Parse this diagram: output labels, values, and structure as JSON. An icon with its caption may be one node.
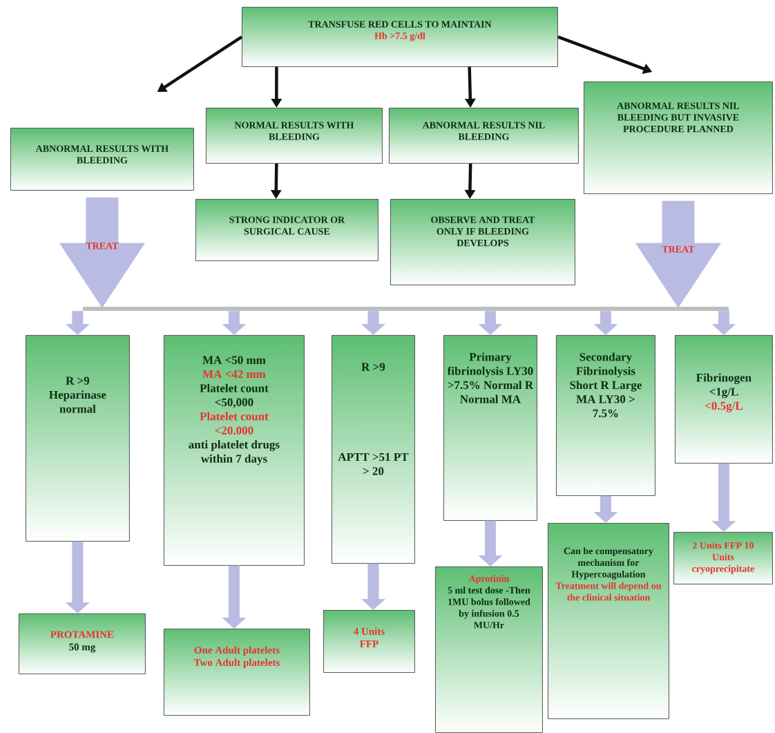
{
  "diagram": {
    "nodes": [
      {
        "text": [
          "TRANSFUSE RED CELLS TO MAINTAIN",
          "Hb >7.5 g/dl"
        ]
      },
      {
        "text": [
          "ABNORMAL RESULTS WITH BLEEDING"
        ]
      },
      {
        "text": [
          "NORMAL RESULTS WITH BLEEDING"
        ]
      },
      {
        "text": [
          "ABNORMAL RESULTS NIL BLEEDING"
        ]
      },
      {
        "text": [
          "ABNORMAL RESULTS NIL BLEEDING BUT INVASIVE PROCEDURE PLANNED"
        ]
      },
      {
        "text": [
          "STRONG INDICATOR OR SURGICAL CAUSE"
        ]
      },
      {
        "text": [
          "OBSERVE AND TREAT ONLY IF BLEEDING DEVELOPS"
        ]
      },
      {
        "text": [],
        "shape": "bar"
      },
      {
        "text": [
          "R >9 Heparinase normal"
        ]
      },
      {
        "text": [
          "MA <50 mm",
          "MA <42 mm",
          "Platelet count <50,000",
          "Platelet count <20.000",
          "anti platelet drugs within 7 days"
        ]
      },
      {
        "text": [
          "R >9",
          "APTT >51 PT > 20"
        ]
      },
      {
        "text": [
          "Primary fibrinolysis LY30 >7.5% Normal R Normal MA"
        ]
      },
      {
        "text": [
          "Secondary Fibrinolysis Short R Large MA LY30 > 7.5%"
        ]
      },
      {
        "text": [
          "Fibrinogen <1g/L",
          "<0.5g/L"
        ]
      },
      {
        "text": [
          "PROTAMINE",
          "50 mg"
        ]
      },
      {
        "text": [
          "One Adult platelets Two Adult platelets"
        ]
      },
      {
        "text": [
          "4 Units FFP"
        ]
      },
      {
        "text": [
          "Aprotinin",
          "5 ml test dose -Then 1MU bolus followed by infusion 0.5 MU/Hr"
        ]
      },
      {
        "text": [
          "Can be compensatory mechanism for Hypercoagulation",
          "Treatment will depend on the clinical situation"
        ]
      },
      {
        "text": [
          "2 Units FFP 10 Units cryoprecipitate"
        ]
      }
    ],
    "edges": [
      {
        "from": 0,
        "to": 1,
        "arrow": "to",
        "color": "#111111"
      },
      {
        "from": 0,
        "to": 2,
        "arrow": "to",
        "color": "#111111"
      },
      {
        "from": 0,
        "to": 3,
        "arrow": "to",
        "color": "#111111"
      },
      {
        "from": 0,
        "to": 4,
        "arrow": "to",
        "color": "#111111"
      },
      {
        "from": 2,
        "to": 5,
        "arrow": "to",
        "color": "#111111"
      },
      {
        "from": 3,
        "to": 6,
        "arrow": "to",
        "color": "#111111"
      },
      {
        "from": 1,
        "to": 7,
        "arrow": "to",
        "label": "TREAT",
        "style": "thick"
      },
      {
        "from": 4,
        "to": 7,
        "arrow": "to",
        "label": "TREAT",
        "style": "thick"
      },
      {
        "from": 7,
        "to": 8,
        "arrow": "to"
      },
      {
        "from": 7,
        "to": 9,
        "arrow": "to"
      },
      {
        "from": 7,
        "to": 10,
        "arrow": "to"
      },
      {
        "from": 7,
        "to": 11,
        "arrow": "to"
      },
      {
        "from": 7,
        "to": 12,
        "arrow": "to"
      },
      {
        "from": 7,
        "to": 13,
        "arrow": "to"
      },
      {
        "from": 8,
        "to": 14,
        "arrow": "to"
      },
      {
        "from": 9,
        "to": 15,
        "arrow": "to"
      },
      {
        "from": 10,
        "to": 16,
        "arrow": "to"
      },
      {
        "from": 11,
        "to": 17,
        "arrow": "to"
      },
      {
        "from": 12,
        "to": 18,
        "arrow": "to"
      },
      {
        "from": 13,
        "to": 19,
        "arrow": "to"
      }
    ]
  }
}
